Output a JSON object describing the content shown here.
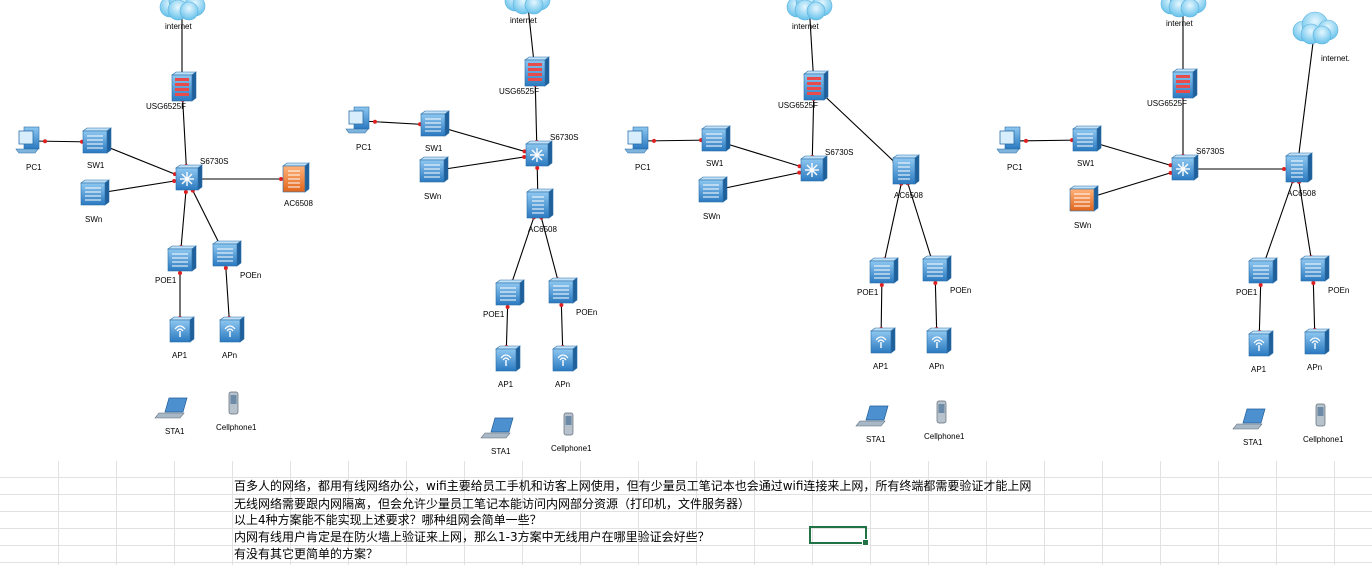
{
  "diagrams": [
    {
      "labels": {
        "internet": "internet",
        "fw": "USG6525F",
        "core": "S6730S",
        "pc": "PC1",
        "sw1": "SW1",
        "swn": "SWn",
        "ac": "AC6508",
        "poe1": "POE1",
        "poen": "POEn",
        "ap1": "AP1",
        "apn": "APn",
        "sta": "STA1",
        "phone": "Cellphone1"
      }
    },
    {
      "labels": {
        "internet": "internet",
        "fw": "USG6525F",
        "core": "S6730S",
        "pc": "PC1",
        "sw1": "SW1",
        "swn": "SWn",
        "ac": "AC6508",
        "poe1": "POE1",
        "poen": "POEn",
        "ap1": "AP1",
        "apn": "APn",
        "sta": "STA1",
        "phone": "Cellphone1"
      }
    },
    {
      "labels": {
        "internet": "internet",
        "fw": "USG6525F",
        "core": "S6730S",
        "pc": "PC1",
        "sw1": "SW1",
        "swn": "SWn",
        "ac": "AC6508",
        "poe1": "POE1",
        "poen": "POEn",
        "ap1": "AP1",
        "apn": "APn",
        "sta": "STA1",
        "phone": "Cellphone1"
      }
    },
    {
      "labels": {
        "internet": "internet",
        "internet2": "internet.",
        "fw": "USG6525F",
        "core": "S6730S",
        "pc": "PC1",
        "sw1": "SW1",
        "swn": "SWn",
        "ac": "AC6508",
        "poe1": "POE1",
        "poen": "POEn",
        "ap1": "AP1",
        "apn": "APn",
        "sta": "STA1",
        "phone": "Cellphone1"
      }
    }
  ],
  "notes": [
    "百多人的网络，都用有线网络办公，wifi主要给员工手机和访客上网使用，但有少量员工笔记本也会通过wifi连接来上网，所有终端都需要验证才能上网",
    "无线网络需要跟内网隔离，但会允许少量员工笔记本能访问内网部分资源（打印机，文件服务器）",
    "以上4种方案能不能实现上述要求？哪种组网会简单一些？",
    "内网有线用户肯定是在防火墙上验证来上网，那么1-3方案中无线用户在哪里验证会好些？",
    "有没有其它更简单的方案？"
  ],
  "colors": {
    "link": "#000000",
    "port": "#e02020",
    "device": "#2e82c8",
    "deviceOrange": "#ef7a2c",
    "cloud": "#6cc8f0",
    "cellCursor": "#217346",
    "grid": "#e1e1e1"
  }
}
